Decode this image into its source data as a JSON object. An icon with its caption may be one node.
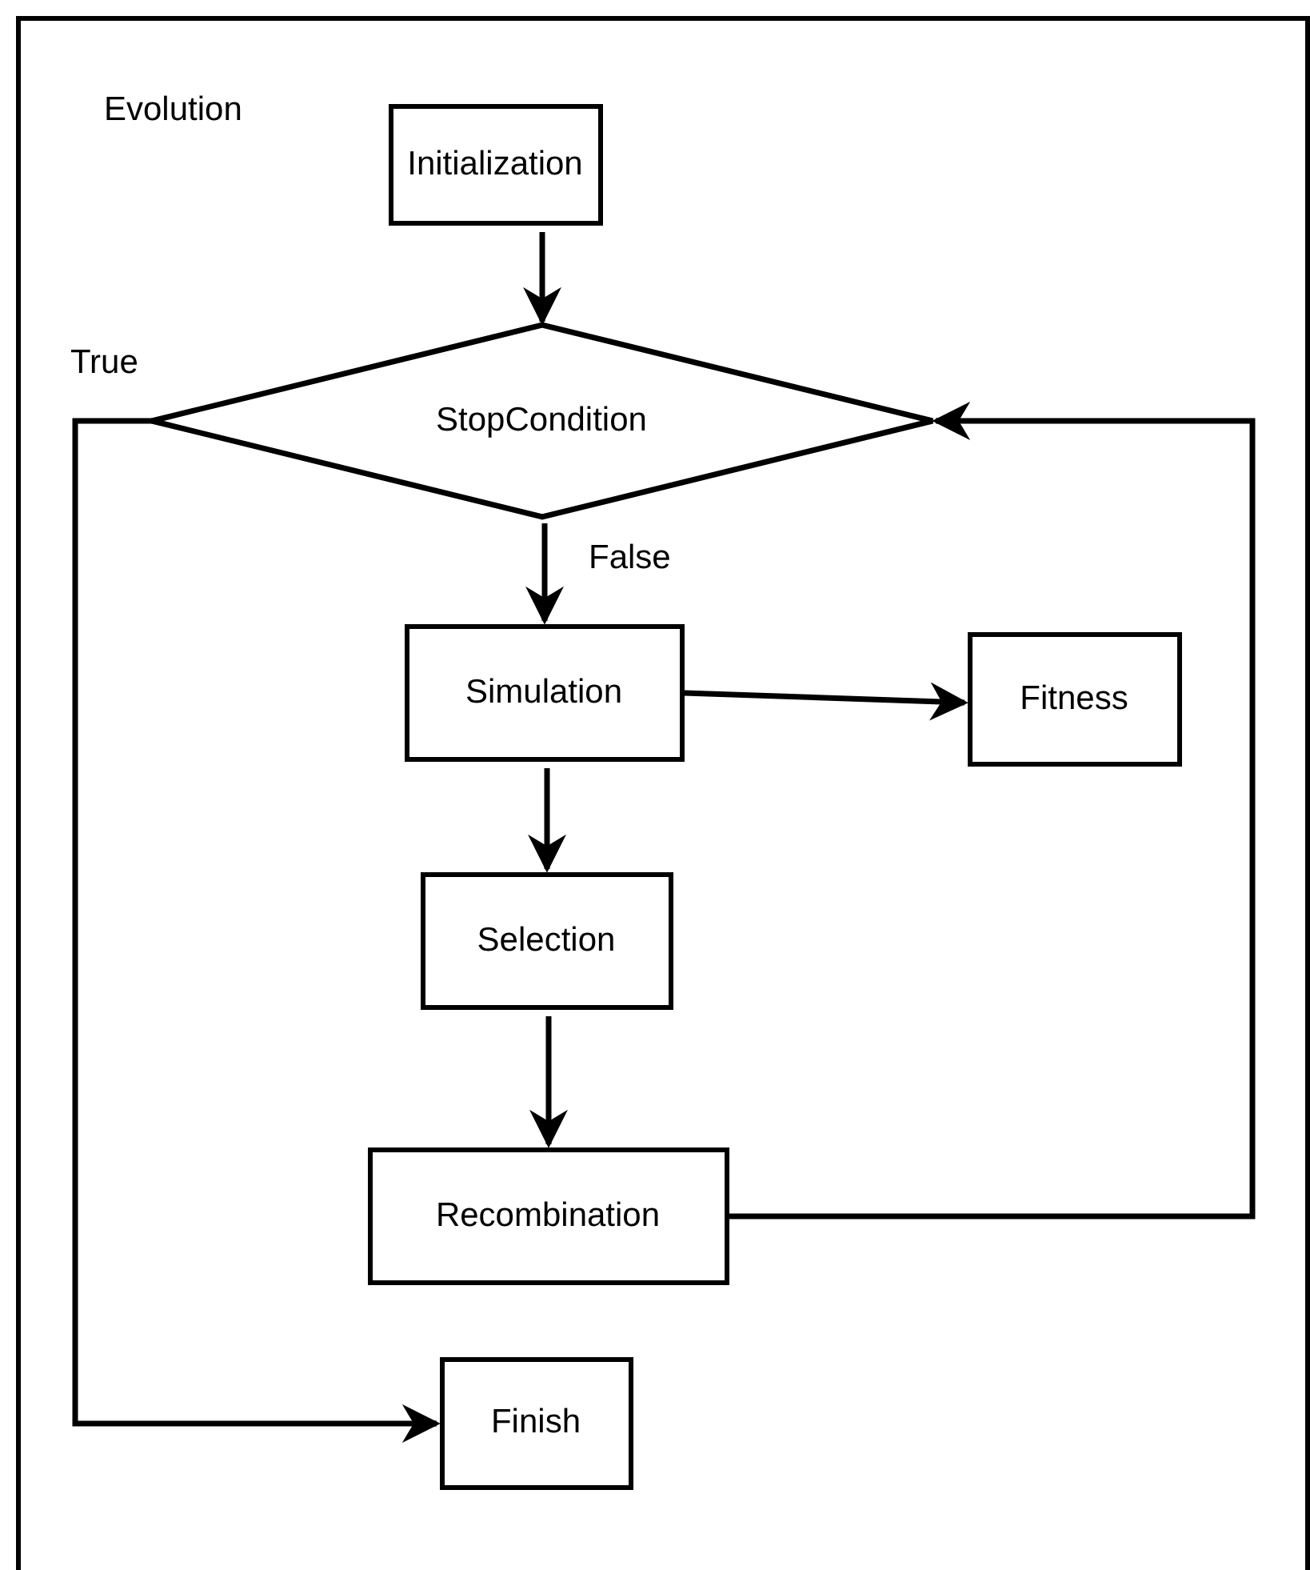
{
  "diagram": {
    "nodes": [
      {
        "text": [
          "Evolution"
        ]
      },
      {
        "text": [
          "Initialization"
        ],
        "in": 0
      },
      {
        "text": [
          "StopCondition"
        ],
        "in": 0
      },
      {
        "text": [
          "Simulation"
        ],
        "in": 0
      },
      {
        "text": [
          "Fitness"
        ],
        "in": 0
      },
      {
        "text": [
          "Selection"
        ],
        "in": 0
      },
      {
        "text": [
          "Recombination"
        ],
        "in": 0
      },
      {
        "text": [
          "Finish"
        ],
        "in": 0
      }
    ],
    "edges": [
      {
        "from": 1,
        "to": 2,
        "arrow": "to"
      },
      {
        "from": 2,
        "to": 3,
        "arrow": "to",
        "label": "False"
      },
      {
        "from": 3,
        "to": 4,
        "arrow": "to"
      },
      {
        "from": 3,
        "to": 5,
        "arrow": "to"
      },
      {
        "from": 5,
        "to": 6,
        "arrow": "to"
      },
      {
        "from": 6,
        "to": 2,
        "arrow": "to"
      },
      {
        "from": 2,
        "to": 7,
        "arrow": "to",
        "label": "True"
      }
    ]
  }
}
